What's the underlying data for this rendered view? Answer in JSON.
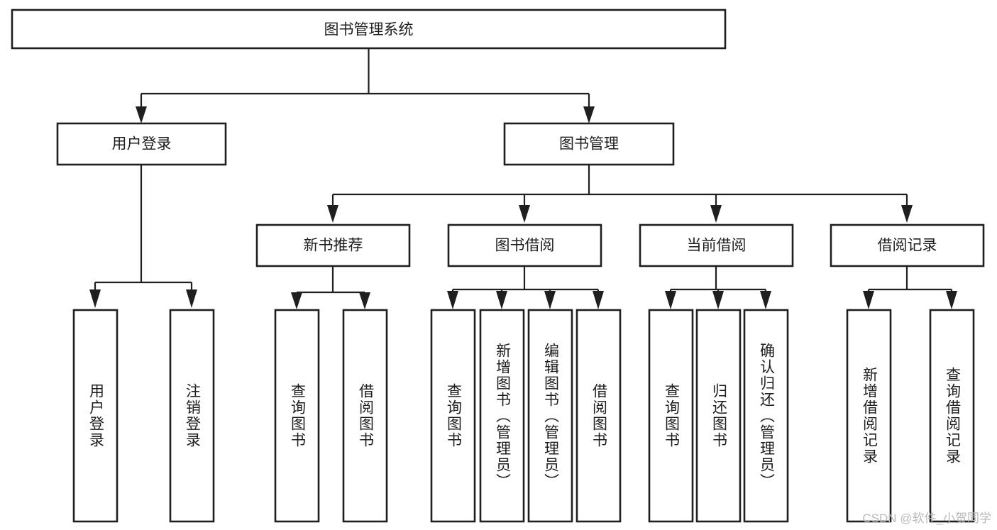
{
  "diagram": {
    "type": "tree-hierarchy",
    "title": "图书管理系统",
    "watermark": "CSDN @软件_小贺同学",
    "colors": {
      "background": "#ffffff",
      "stroke": "#1f1f1f",
      "text": "#1d1d1d",
      "watermark": "#b9b9b9"
    },
    "levels": {
      "root": {
        "label": "图书管理系统"
      },
      "level1": [
        {
          "id": "user-login",
          "label": "用户登录"
        },
        {
          "id": "book-manage",
          "label": "图书管理"
        }
      ],
      "level2": [
        {
          "id": "new-book-rec",
          "label": "新书推荐",
          "parent": "book-manage"
        },
        {
          "id": "book-borrow",
          "label": "图书借阅",
          "parent": "book-manage"
        },
        {
          "id": "current-borrow",
          "label": "当前借阅",
          "parent": "book-manage"
        },
        {
          "id": "borrow-record",
          "label": "借阅记录",
          "parent": "book-manage"
        }
      ],
      "leaves": [
        {
          "id": "leaf-user-login",
          "label": "用户登录",
          "parent": "user-login"
        },
        {
          "id": "leaf-user-logout",
          "label": "注销登录",
          "parent": "user-login"
        },
        {
          "id": "leaf-rec-query-book",
          "label": "查询图书",
          "parent": "new-book-rec"
        },
        {
          "id": "leaf-rec-borrow-book",
          "label": "借阅图书",
          "parent": "new-book-rec"
        },
        {
          "id": "leaf-borrow-query-book",
          "label": "查询图书",
          "parent": "book-borrow"
        },
        {
          "id": "leaf-borrow-add-book",
          "label": "新增图书（管理员）",
          "parent": "book-borrow"
        },
        {
          "id": "leaf-borrow-edit-book",
          "label": "编辑图书（管理员）",
          "parent": "book-borrow"
        },
        {
          "id": "leaf-borrow-borrow-book",
          "label": "借阅图书",
          "parent": "book-borrow"
        },
        {
          "id": "leaf-current-query-book",
          "label": "查询图书",
          "parent": "current-borrow"
        },
        {
          "id": "leaf-current-return-book",
          "label": "归还图书",
          "parent": "current-borrow"
        },
        {
          "id": "leaf-current-confirm-return",
          "label": "确认归还（管理员）",
          "parent": "current-borrow"
        },
        {
          "id": "leaf-record-add",
          "label": "新增借阅记录",
          "parent": "borrow-record"
        },
        {
          "id": "leaf-record-query",
          "label": "查询借阅记录",
          "parent": "borrow-record"
        }
      ]
    }
  }
}
